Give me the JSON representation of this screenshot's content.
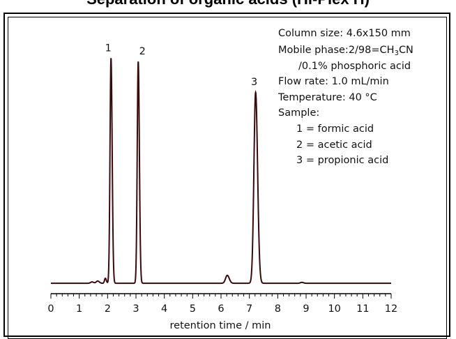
{
  "page": {
    "title": "Separation of organic acids (Hi-Plex H)"
  },
  "conditions": {
    "column": "Column size: 4.6x150 mm",
    "mobile_phase_prefix": "Mobile phase:2/98=CH",
    "mobile_phase_sub": "3",
    "mobile_phase_suffix": "CN",
    "mobile_phase_line2": "/0.1% phosphoric acid",
    "flow": "Flow rate: 1.0 mL/min",
    "temperature": "Temperature: 40 °C",
    "sample_label": "Sample:",
    "samples": [
      "1 = formic acid",
      "2 = acetic acid",
      "3 = propionic acid"
    ]
  },
  "chart_data": {
    "type": "line",
    "title": "",
    "xlabel": "retention time / min",
    "ylabel": "",
    "xlim": [
      0,
      12
    ],
    "ylim": [
      0,
      100
    ],
    "grid": false,
    "line_color": "#3a0a0a",
    "x_ticks": [
      "0",
      "1",
      "2",
      "3",
      "4",
      "5",
      "6",
      "7",
      "8",
      "9",
      "10",
      "11",
      "12"
    ],
    "baseline": 1.5,
    "peaks": [
      {
        "label": "1",
        "x": 2.12,
        "height": 99,
        "width": 0.035
      },
      {
        "label": "2",
        "x": 3.08,
        "height": 97.5,
        "width": 0.035
      },
      {
        "label": "3",
        "x": 7.22,
        "height": 84,
        "width": 0.06
      }
    ],
    "minor_peaks": [
      {
        "x": 1.45,
        "height": 0.6,
        "width": 0.05
      },
      {
        "x": 1.65,
        "height": 1.0,
        "width": 0.05
      },
      {
        "x": 1.92,
        "height": 2.2,
        "width": 0.03
      },
      {
        "x": 6.22,
        "height": 3.5,
        "width": 0.06
      },
      {
        "x": 8.85,
        "height": 0.4,
        "width": 0.05
      }
    ]
  }
}
